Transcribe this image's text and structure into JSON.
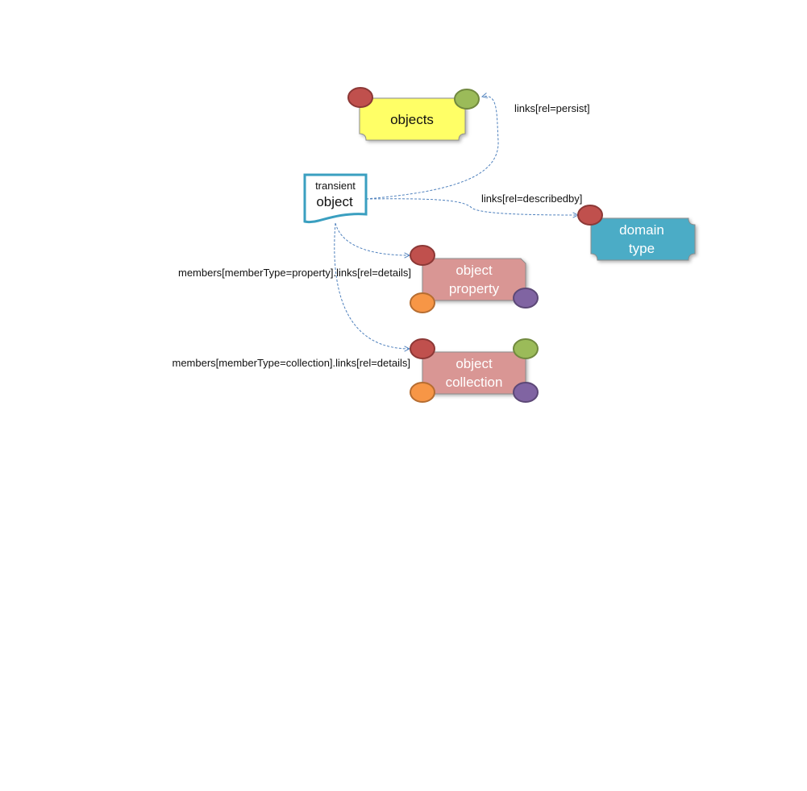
{
  "nodes": {
    "objects": {
      "label": "objects",
      "fill": "#ffff66"
    },
    "transient": {
      "line1": "transient",
      "line2": "object",
      "stroke": "#3a9fc0"
    },
    "domain_type": {
      "line1": "domain",
      "line2": "type",
      "fill": "#4bacc6"
    },
    "object_property": {
      "line1": "object",
      "line2": "property",
      "fill": "#d99694"
    },
    "object_collection": {
      "line1": "object",
      "line2": "collection",
      "fill": "#d99694"
    }
  },
  "edges": {
    "persist": "links[rel=persist]",
    "describedby": "links[rel=describedby]",
    "property_details": "members[memberType=property].links[rel=details]",
    "collection_details": "members[memberType=collection].links[rel=details]"
  },
  "colors": {
    "connector_red": "#c0504d",
    "connector_green": "#9bbb59",
    "connector_orange": "#f79646",
    "connector_purple": "#8064a2",
    "edge_line": "#4f81bd"
  }
}
